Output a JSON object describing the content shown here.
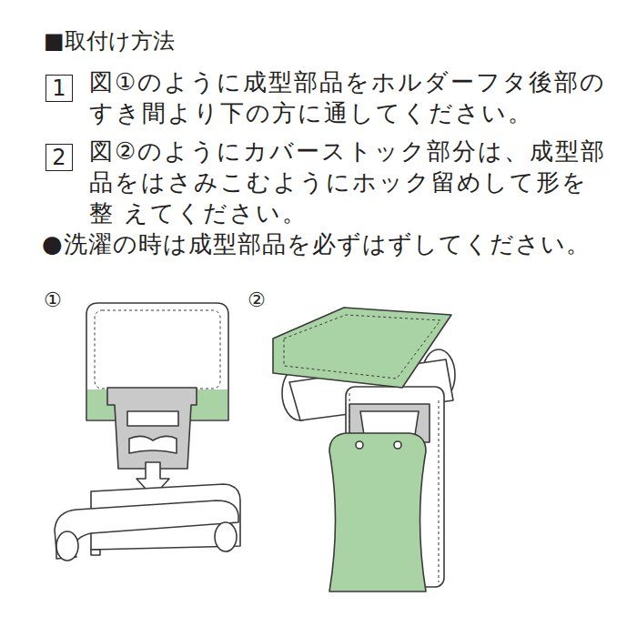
{
  "diagram": {
    "title": "■取付け方法",
    "nodes": [
      {
        "text": [
          "1"
        ]
      },
      {
        "text": [
          "2"
        ]
      }
    ],
    "labels": [
      "図①のように成型部品をホルダーフタ後部の すき間より下の方に通してください。",
      "図②のようにカバーストック部分は、成型部 品をはさみこむようにホック留めして形を整 えてください。",
      "●洗濯の時は成型部品を必ずはずしてください。",
      "①",
      "②"
    ]
  }
}
